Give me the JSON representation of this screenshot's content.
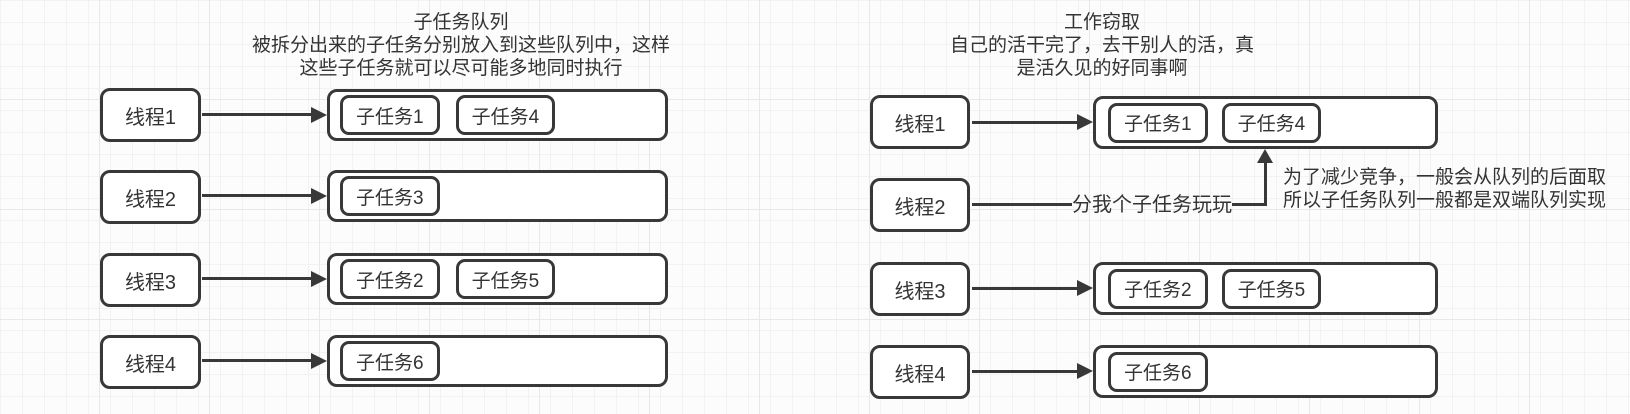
{
  "palette": {
    "stroke": "#383838",
    "text": "#333333",
    "canvas_bg": "#fcfcfc",
    "grid_minor": "#f2f2f2",
    "grid_major": "#e8e8e8"
  },
  "left": {
    "title": "子任务队列",
    "desc_line1": "被拆分出来的子任务分别放入到这些队列中，这样",
    "desc_line2": "这些子任务就可以尽可能多地同时执行",
    "rows": [
      {
        "thread": "线程1",
        "tasks": [
          "子任务1",
          "子任务4"
        ]
      },
      {
        "thread": "线程2",
        "tasks": [
          "子任务3"
        ]
      },
      {
        "thread": "线程3",
        "tasks": [
          "子任务2",
          "子任务5"
        ]
      },
      {
        "thread": "线程4",
        "tasks": [
          "子任务6"
        ]
      }
    ]
  },
  "right": {
    "title": "工作窃取",
    "desc_line1": "自己的活干完了，去干别人的活，真",
    "desc_line2": "是活久见的好同事啊",
    "steal_text": "分我个子任务玩玩",
    "note_line1": "为了减少竞争，一般会从队列的后面取",
    "note_line2": "所以子任务队列一般都是双端队列实现",
    "rows": [
      {
        "thread": "线程1",
        "tasks": [
          "子任务1",
          "子任务4"
        ]
      },
      {
        "thread": "线程2",
        "tasks": []
      },
      {
        "thread": "线程3",
        "tasks": [
          "子任务2",
          "子任务5"
        ]
      },
      {
        "thread": "线程4",
        "tasks": [
          "子任务6"
        ]
      }
    ]
  }
}
